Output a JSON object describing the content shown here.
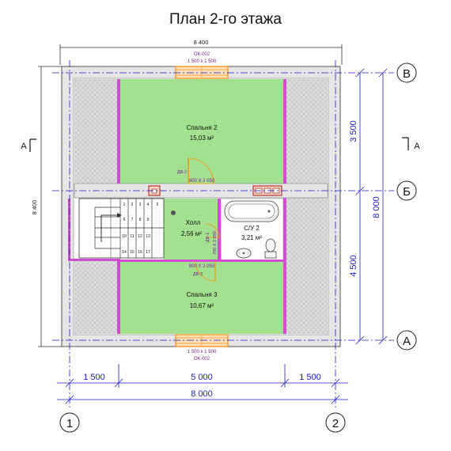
{
  "title": "План 2-го этажа",
  "overall_top": "8 400",
  "overall_left": "8 400",
  "window_top_code": "ОК-002",
  "window_top_size": "1 500 х 1 500",
  "window_bottom_code": "ОК-002",
  "window_bottom_size": "1 500 х 1 500",
  "grid": {
    "v": "В",
    "b": "Б",
    "a": "А",
    "n1": "1",
    "n2": "2"
  },
  "section_left": "А",
  "section_right": "А",
  "dims_right": {
    "upper": "3 500",
    "lower": "4 500",
    "total": "8 000"
  },
  "dims_bottom": {
    "left": "1 500",
    "middle": "5 000",
    "right": "1 500",
    "total": "8 000"
  },
  "rooms": [
    {
      "name": "Спальня 2",
      "area": "15,03 м²"
    },
    {
      "name": "Холл",
      "area": "2,56 м²"
    },
    {
      "name": "С/У 2",
      "area": "3,21 м²"
    },
    {
      "name": "Спальня 3",
      "area": "10,67 м²"
    }
  ],
  "doors": {
    "dv2_top_code": "ДВ-2",
    "dv2_top_size": "800 Х 2 050",
    "dv1_code": "ДВ-1",
    "dv1_size": "700 Х 2 050",
    "dv2_bottom_code": "ДВ-2",
    "dv2_bottom_size": "800 Х 2 050"
  },
  "stair_numbers": [
    "1",
    "2",
    "3",
    "4",
    "5",
    "6",
    "7",
    "8",
    "9",
    "10",
    "11",
    "12",
    "13",
    "14",
    "15",
    "16",
    "17"
  ],
  "colors": {
    "room": "#a3e08f",
    "wall": "#dcdcdc",
    "partition": "#d34ad3",
    "dim": "#1d1dc6",
    "window": "#f39a2a"
  }
}
